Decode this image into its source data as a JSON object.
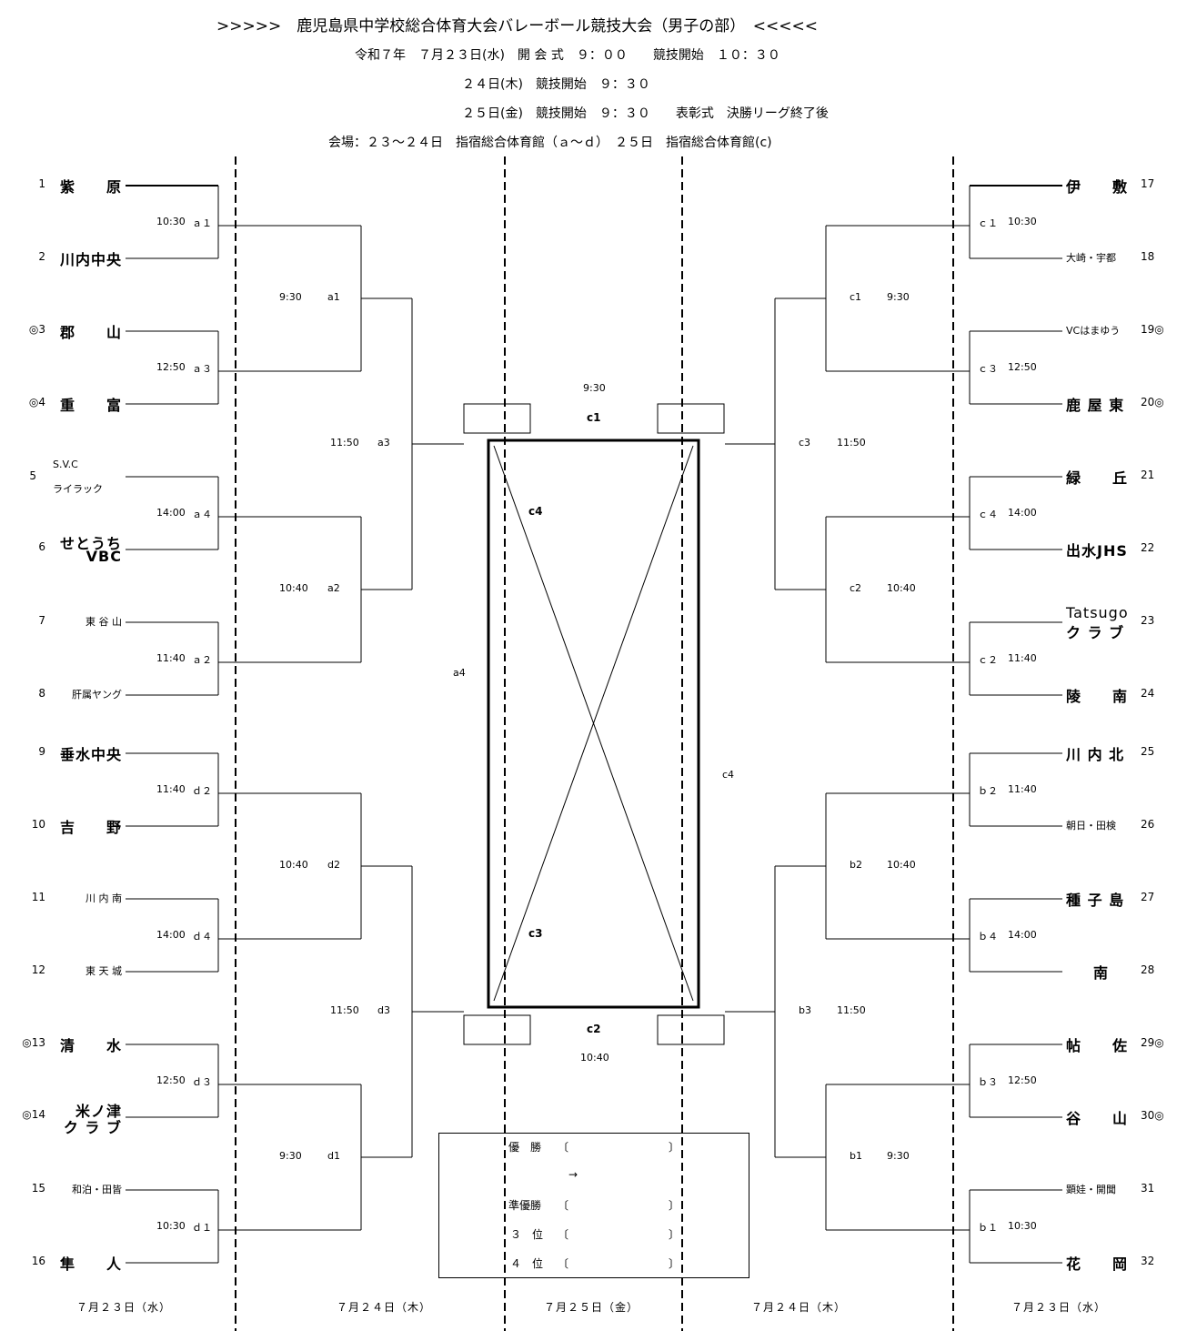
{
  "header": {
    "title": ">>>>>　鹿児島県中学校総合体育大会バレーボール競技大会（男子の部）　<<<<<",
    "line1": "令和７年　７月２３日(水)　開 会 式　９：００　　競技開始　１０：３０",
    "line2": "２４日(木)　競技開始　９：３０",
    "line3": "２５日(金)　競技開始　９：３０　　表彰式　決勝リーグ終了後",
    "line4": "会場：２３～２４日　指宿総合体育館（ａ～ｄ）　２５日　指宿総合体育館(c)"
  },
  "left_teams": [
    {
      "seed": "1",
      "name": "紫　　原"
    },
    {
      "seed": "2",
      "name": "川内中央"
    },
    {
      "seed": "◎3",
      "name": "郡　　山"
    },
    {
      "seed": "◎4",
      "name": "重　　富"
    },
    {
      "seed": "5",
      "name_top": "S.V.C",
      "name": "ライラック"
    },
    {
      "seed": "6",
      "name": "せとうち",
      "name2": "VBC"
    },
    {
      "seed": "7",
      "name": "東 谷 山"
    },
    {
      "seed": "8",
      "name": "肝属ヤング"
    },
    {
      "seed": "9",
      "name": "垂水中央"
    },
    {
      "seed": "10",
      "name": "吉　　野"
    },
    {
      "seed": "11",
      "name": "川 内 南"
    },
    {
      "seed": "12",
      "name": "東 天 城"
    },
    {
      "seed": "◎13",
      "name": "清　　水"
    },
    {
      "seed": "◎14",
      "name": "米ノ津",
      "name2": "ク ラ ブ"
    },
    {
      "seed": "15",
      "name": "和泊・田皆"
    },
    {
      "seed": "16",
      "name": "隼　　人"
    }
  ],
  "right_teams": [
    {
      "seed": "17",
      "name": "伊　　敷"
    },
    {
      "seed": "18",
      "name": "大崎・宇都"
    },
    {
      "seed": "19◎",
      "name": "VCはまゆう"
    },
    {
      "seed": "20◎",
      "name": "鹿 屋 東"
    },
    {
      "seed": "21",
      "name": "緑　　丘"
    },
    {
      "seed": "22",
      "name": "出水JHS"
    },
    {
      "seed": "23",
      "name_top": "Tatsugo",
      "name": "ク ラ ブ"
    },
    {
      "seed": "24",
      "name": "陵　　南"
    },
    {
      "seed": "25",
      "name": "川 内 北"
    },
    {
      "seed": "26",
      "name": "朝日・田検"
    },
    {
      "seed": "27",
      "name": "種 子 島"
    },
    {
      "seed": "28",
      "name": "南"
    },
    {
      "seed": "29◎",
      "name": "帖　　佐"
    },
    {
      "seed": "30◎",
      "name": "谷　　山"
    },
    {
      "seed": "31",
      "name": "顕娃・開聞"
    },
    {
      "seed": "32",
      "name": "花　　岡"
    }
  ],
  "round1_left": [
    {
      "time": "10:30",
      "code": "ａ１"
    },
    {
      "time": "12:50",
      "code": "ａ３"
    },
    {
      "time": "14:00",
      "code": "ａ４"
    },
    {
      "time": "11:40",
      "code": "ａ２"
    },
    {
      "time": "11:40",
      "code": "ｄ２"
    },
    {
      "time": "14:00",
      "code": "ｄ４"
    },
    {
      "time": "12:50",
      "code": "ｄ３"
    },
    {
      "time": "10:30",
      "code": "ｄ１"
    }
  ],
  "round1_right": [
    {
      "time": "10:30",
      "code": "ｃ１"
    },
    {
      "time": "12:50",
      "code": "ｃ３"
    },
    {
      "time": "14:00",
      "code": "ｃ４"
    },
    {
      "time": "11:40",
      "code": "ｃ２"
    },
    {
      "time": "11:40",
      "code": "ｂ２"
    },
    {
      "time": "14:00",
      "code": "ｂ４"
    },
    {
      "time": "12:50",
      "code": "ｂ３"
    },
    {
      "time": "10:30",
      "code": "ｂ１"
    }
  ],
  "round2_left": [
    {
      "time": "9:30",
      "code": "a1"
    },
    {
      "time": "10:40",
      "code": "a2"
    },
    {
      "time": "10:40",
      "code": "d2"
    },
    {
      "time": "9:30",
      "code": "d1"
    }
  ],
  "round2_right": [
    {
      "time": "9:30",
      "code": "c1"
    },
    {
      "time": "10:40",
      "code": "c2"
    },
    {
      "time": "10:40",
      "code": "b2"
    },
    {
      "time": "9:30",
      "code": "b1"
    }
  ],
  "round3_left": [
    {
      "time": "11:50",
      "code": "a3"
    },
    {
      "time": "11:50",
      "code": "d3"
    }
  ],
  "round3_right": [
    {
      "time": "11:50",
      "code": "c3"
    },
    {
      "time": "11:50",
      "code": "b3"
    }
  ],
  "final": {
    "top_time": "9:30",
    "top_code": "c1",
    "bottom_code": "c2",
    "bottom_time": "10:40",
    "inner_top": "c4",
    "inner_bottom": "c3",
    "left_label": "a4",
    "right_label": "c4"
  },
  "results": {
    "winner": "優　勝",
    "arrow": "→",
    "runner_up": "準優勝",
    "third": "３　位",
    "fourth": "４　位",
    "open": "〔",
    "close": "〕"
  },
  "days": [
    "７月２３日（水）",
    "７月２４日（木）",
    "７月２５日（金）",
    "７月２４日（木）",
    "７月２３日（水）"
  ]
}
